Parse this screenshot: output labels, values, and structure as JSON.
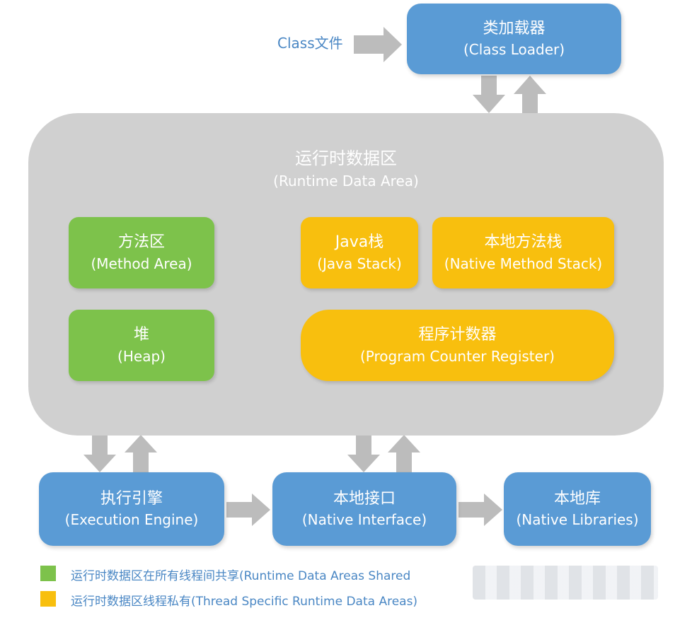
{
  "class_file": "Class文件",
  "class_loader": {
    "cn": "类加载器",
    "en": "(Class Loader)"
  },
  "runtime": {
    "cn": "运行时数据区",
    "en": "(Runtime Data Area)"
  },
  "method_area": {
    "cn": "方法区",
    "en": "(Method Area)"
  },
  "heap": {
    "cn": "堆",
    "en": "(Heap)"
  },
  "java_stack": {
    "cn": "Java栈",
    "en": "(Java Stack)"
  },
  "native_method_stack": {
    "cn": "本地方法栈",
    "en": "(Native Method Stack)"
  },
  "program_counter": {
    "cn": "程序计数器",
    "en": "(Program Counter Register)"
  },
  "execution_engine": {
    "cn": "执行引擎",
    "en": "(Execution Engine)"
  },
  "native_interface": {
    "cn": "本地接口",
    "en": "(Native Interface)"
  },
  "native_libraries": {
    "cn": "本地库",
    "en": "(Native Libraries)"
  },
  "legend": {
    "shared": "运行时数据区在所有线程间共享(Runtime Data Areas Shared",
    "thread": "运行时数据区线程私有(Thread Specific Runtime Data Areas)"
  },
  "colors": {
    "blue": "#5a9bd5",
    "green": "#7dc24b",
    "gold": "#f8bf0e",
    "runtime_bg": "#d0d0d0",
    "arrow": "#bcbcbc"
  }
}
